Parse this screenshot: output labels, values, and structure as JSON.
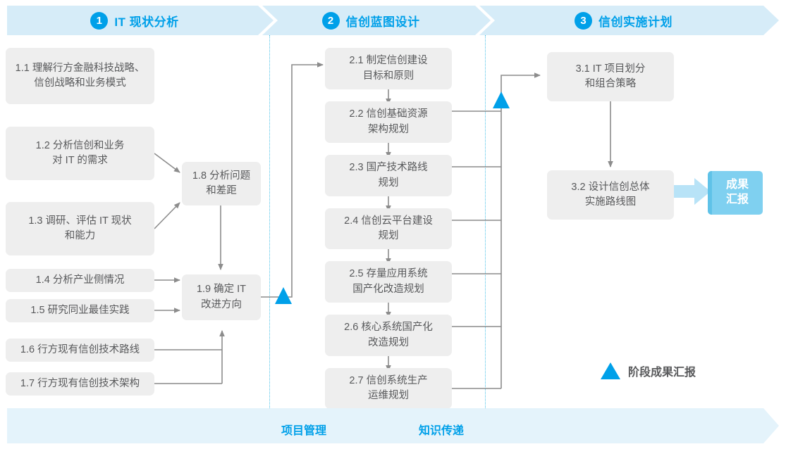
{
  "phases": [
    {
      "number": "1",
      "label": "IT 现状分析"
    },
    {
      "number": "2",
      "label": "信创蓝图设计"
    },
    {
      "number": "3",
      "label": "信创实施计划"
    }
  ],
  "boxes": {
    "b11": "1.1 理解行方金融科技战略、\n信创战略和业务模式",
    "b12": "1.2 分析信创和业务\n对 IT 的需求",
    "b13": "1.3 调研、评估 IT 现状\n和能力",
    "b14": "1.4 分析产业侧情况",
    "b15": "1.5 研究同业最佳实践",
    "b16": "1.6 行方现有信创技术路线",
    "b17": "1.7 行方现有信创技术架构",
    "b18": "1.8 分析问题\n和差距",
    "b19": "1.9 确定 IT\n改进方向",
    "b21": "2.1 制定信创建设\n目标和原则",
    "b22": "2.2 信创基础资源\n架构规划",
    "b23": "2.3 国产技术路线\n规划",
    "b24": "2.4 信创云平台建设\n规划",
    "b25": "2.5 存量应用系统\n国产化改造规划",
    "b26": "2.6 核心系统国产化\n改造规划",
    "b27": "2.7 信创系统生产\n运维规划",
    "b31": "3.1 IT 项目划分\n和组合策略",
    "b32": "3.2 设计信创总体\n实施路线图"
  },
  "result": {
    "label": "成果\n汇报"
  },
  "legend": {
    "label": "阶段成果汇报",
    "icon": "triangle-up-icon"
  },
  "bottom": {
    "labels": [
      "项目管理",
      "知识传递"
    ]
  },
  "colors": {
    "accent": "#00a0e9",
    "band": "#d6ecf8",
    "bottom_band": "#e4f3fb",
    "box_fill": "#eeeeee",
    "box_text": "#58595b",
    "result_fill": "#7fd0f0",
    "connector": "#8c8c8c",
    "divider": "#4fc3e8"
  }
}
